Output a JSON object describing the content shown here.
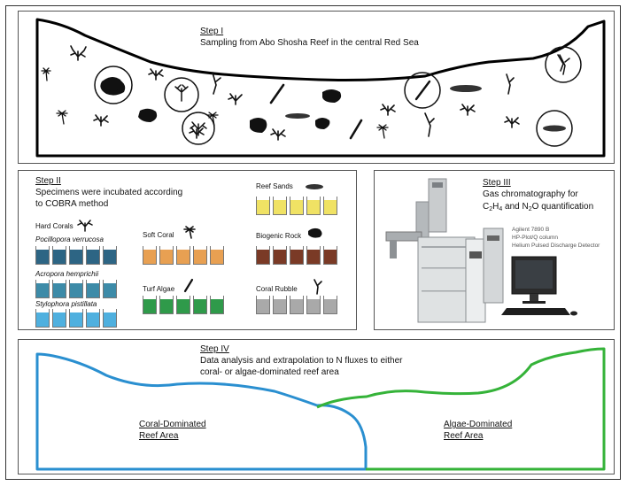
{
  "colors": {
    "hard_corals": "#2d6584",
    "hard_corals_2": "#3d8ba8",
    "hard_corals_3": "#4fb0df",
    "soft_coral": "#e8a052",
    "turf_algae": "#2f9a4a",
    "reef_sands": "#f0e264",
    "biogenic_rock": "#7a3a26",
    "coral_rubble": "#a9a9a9",
    "coral_area": "#2a8fd0",
    "algae_area": "#35b339"
  },
  "step1": {
    "title": "Step I",
    "description": "Sampling from Abo Shosha Reef in the central Red Sea"
  },
  "step2": {
    "title": "Step II",
    "description_line1": "Specimens were incubated according",
    "description_line2": "to COBRA method",
    "groups": {
      "hard_corals": "Hard Corals",
      "pocillopora": "Pocillopora verrucosa",
      "acropora": "Acropora hemprichii",
      "stylophora": "Stylophora pistillata",
      "soft_coral": "Soft Coral",
      "turf_algae": "Turf Algae",
      "reef_sands": "Reef Sands",
      "biogenic_rock": "Biogenic Rock",
      "coral_rubble": "Coral Rubble"
    }
  },
  "step3": {
    "title": "Step III",
    "line1": "Gas chromatography for",
    "c": "C",
    "c_sub": "2",
    "h": "H",
    "h_sub": "4",
    "and_n": " and N",
    "n_sub": "2",
    "o_rest": "O quantification",
    "instrument_line1": "Agilent 7890 B",
    "instrument_line2": "HP-Plot/Q column",
    "instrument_line3": "Helium Pulsed Discharge Detector"
  },
  "step4": {
    "title": "Step IV",
    "description_line1": "Data analysis and extrapolation to N fluxes to either",
    "description_line2": "coral- or algae-dominated reef area",
    "coral_label_line1": "Coral-Dominated",
    "coral_label_line2": "Reef Area",
    "algae_label_line1": "Algae-Dominated",
    "algae_label_line2": "Reef Area"
  }
}
